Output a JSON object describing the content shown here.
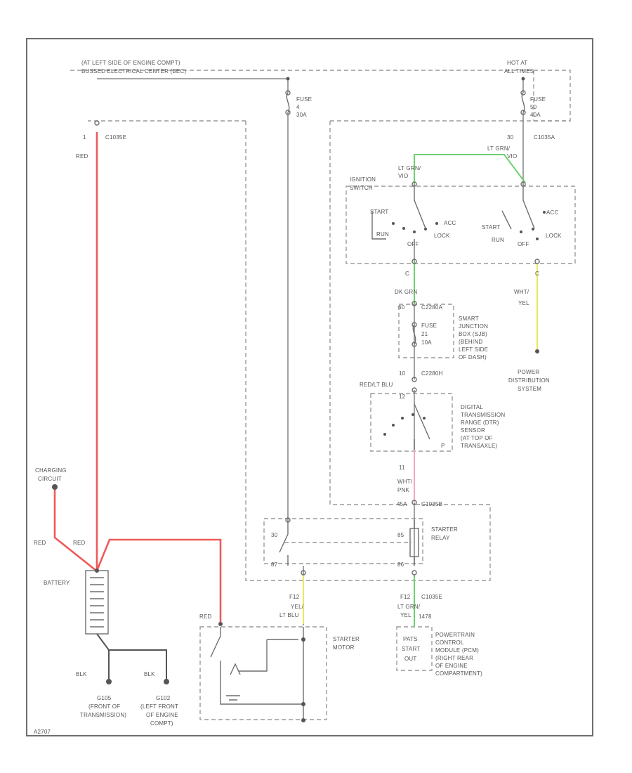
{
  "colors": {
    "red_wire": "#f05a5a",
    "green_wire": "#6fd06f",
    "yellow_wire": "#e8e860",
    "pink_wire": "#f4a9b8",
    "black_wire": "#555555"
  },
  "labels": {
    "bec_line1": "(AT LEFT SIDE OF ENGINE COMPT)",
    "bec_line2": "BUSSED ELECTRICAL CENTER (BEC)",
    "hot_line1": "HOT AT",
    "hot_line2": "ALL TIMES",
    "fuse_bec": [
      "FUSE",
      "4",
      "30A"
    ],
    "fuse_hot": [
      "FUSE",
      "50",
      "40A"
    ],
    "conn_left_pin": "1",
    "conn_left": "C1035E",
    "wire_red_top": "RED",
    "conn_right_pin": "30",
    "conn_right": "C1035A",
    "wire_ltgrn_right": [
      "LT GRN/",
      "VIO"
    ],
    "wire_ltgrn_left": [
      "LT GRN/",
      "VIO"
    ],
    "ignition_switch": [
      "IGNITION",
      "SWITCH"
    ],
    "sw_left": [
      "START",
      "RUN",
      "OFF",
      "ACC",
      "LOCK"
    ],
    "sw_right": [
      "START",
      "RUN",
      "OFF",
      "ACC",
      "LOCK"
    ],
    "pin_c": "C",
    "pin_c2": "C",
    "wire_dkgrn": "DK GRN",
    "wire_wht_yel": [
      "WHT/",
      "YEL"
    ],
    "sjb_pin": "60",
    "sjb_conn": "C2280A",
    "fuse_sjb": [
      "FUSE",
      "21",
      "10A"
    ],
    "sjb_desc": [
      "SMART",
      "JUNCTION",
      "BOX (SJB)",
      "(BEHIND",
      "LEFT SIDE",
      "OF DASH)"
    ],
    "pin_10": "10",
    "conn_c2280h": "C2280H",
    "wire_redlt_blu": "RED/LT BLU",
    "pin_12": "12",
    "dtr_desc": [
      "DIGITAL",
      "TRANSMISSION",
      "RANGE (DTR)",
      "SENSOR",
      "(AT TOP OF",
      "TRANSAXLE)"
    ],
    "dtr_p": "P",
    "power_dist": [
      "POWER",
      "DISTRIBUTION",
      "SYSTEM"
    ],
    "pin_11": "11",
    "wire_wht_pnk": [
      "WHT/",
      "PNK"
    ],
    "pin_45a": "45A",
    "conn_c1035b": "C1035B",
    "relay_label": [
      "STARTER",
      "RELAY"
    ],
    "relay_30": "30",
    "relay_85": "85",
    "relay_87": "87",
    "relay_86": "86",
    "charging": [
      "CHARGING",
      "CIRCUIT"
    ],
    "wire_red_a": "RED",
    "wire_red_b": "RED",
    "battery": "BATTERY",
    "pin_f12a": "F12",
    "wire_yel_ltblu": [
      "YEL/",
      "LT BLU"
    ],
    "pin_f12b": "F12",
    "conn_c1035e2": "C1035E",
    "wire_ltgrn_yel": [
      "LT GRN/",
      "YEL"
    ],
    "wire_red_starter": "RED",
    "starter_motor": [
      "STARTER",
      "MOTOR"
    ],
    "pin_1478": "1478",
    "pats": [
      "PATS",
      "START",
      "OUT"
    ],
    "pcm_desc": [
      "POWERTRAIN",
      "CONTROL",
      "MODULE (PCM)",
      "(RIGHT REAR",
      "OF ENGINE",
      "COMPARTMENT)"
    ],
    "wire_blk1": "BLK",
    "wire_blk2": "BLK",
    "ground1": [
      "G105",
      "(FRONT OF",
      "TRANSMISSION)"
    ],
    "ground2": [
      "G102",
      "(LEFT FRONT",
      "OF ENGINE",
      "COMPT)"
    ],
    "diagram_id": "A2707"
  }
}
